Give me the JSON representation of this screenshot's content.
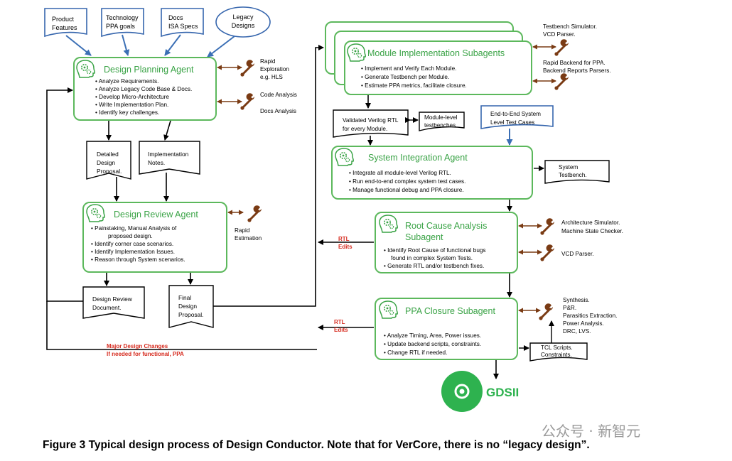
{
  "inputs": {
    "product_features": [
      "Product",
      "Features"
    ],
    "tech_ppa": [
      "Technology",
      "PPA goals"
    ],
    "docs_isa": [
      "Docs",
      "ISA Specs"
    ],
    "legacy": [
      "Legacy",
      "Designs"
    ]
  },
  "planning_agent": {
    "title": "Design Planning Agent",
    "bullets": [
      "Analyze Requirements.",
      "Analyze Legacy Code Base & Docs.",
      "Develop Micro-Architecture",
      "Write Implementation Plan.",
      "Identify key challenges."
    ]
  },
  "planning_tools": {
    "t1": [
      "Rapid",
      "Exploration",
      "e.g. HLS"
    ],
    "t2": "Code Analysis",
    "t3": "Docs Analysis"
  },
  "planning_outputs": {
    "detailed": [
      "Detailed",
      "Design",
      "Proposal."
    ],
    "impl_notes": [
      "Implementation",
      "Notes."
    ]
  },
  "review_agent": {
    "title": "Design Review Agent",
    "bullets": [
      [
        "Painstaking, Manual Analysis of",
        "proposed design."
      ],
      [
        "Identify corner case scenarios."
      ],
      [
        "Identify Implementation Issues."
      ],
      [
        "Reason through System scenarios."
      ]
    ]
  },
  "review_tool": [
    "Rapid",
    "Estimation"
  ],
  "review_outputs": {
    "review_doc": [
      "Design Review",
      "Document."
    ],
    "final": [
      "Final",
      "Design",
      "Proposal."
    ]
  },
  "major_changes": [
    "Major Design Changes",
    "If needed for functional, PPA"
  ],
  "module_subagents": {
    "title": "Module Implementation Subagents",
    "bullets": [
      "Implement and Verify Each Module.",
      "Generate Testbench per Module.",
      "Estimate PPA metrics, facilitate closure."
    ]
  },
  "module_tools": {
    "t1": [
      "Testbench Simulator.",
      "VCD Parser."
    ],
    "t2": [
      "Rapid Backend for PPA.",
      "Backend Reports Parsers."
    ]
  },
  "verilog_box": [
    "Validated Verilog RTL",
    "for every Module."
  ],
  "module_tb": [
    "Module-level",
    "testbenches"
  ],
  "e2e_tests": [
    "End-to-End System",
    "Level Test Cases"
  ],
  "system_agent": {
    "title": "System Integration Agent",
    "bullets": [
      "Integrate all module-level Verilog RTL.",
      "Run end-to-end complex system test cases.",
      "Manage functional debug and PPA closure."
    ]
  },
  "system_tb": [
    "System",
    "Testbench."
  ],
  "root_cause": {
    "title": [
      "Root Cause Analysis",
      "Subagent"
    ],
    "bullets": [
      [
        "Identify Root Cause of functional bugs",
        "found in complex System Tests."
      ],
      [
        "Generate RTL and/or testbench fixes."
      ]
    ]
  },
  "rca_tools": {
    "t1": [
      "Architecture Simulator.",
      "Machine State Checker."
    ],
    "t2": "VCD Parser."
  },
  "rtl_edits": [
    "RTL",
    "Edits"
  ],
  "ppa": {
    "title": "PPA Closure Subagent",
    "bullets": [
      "Analyze Timing, Area, Power issues.",
      "Update backend scripts, constraints.",
      "Change RTL if needed."
    ]
  },
  "ppa_tools": [
    "Synthesis.",
    "P&R.",
    "Parasitics Extraction.",
    "Power Analysis.",
    "DRC, LVS."
  ],
  "tcl_box": [
    "TCL Scripts.",
    "Constraints."
  ],
  "gdsii": "GDSII",
  "caption": "Figure 3  Typical design process of Design Conductor. Note that for VerCore, there is no “legacy design”.",
  "watermark": "公众号 · 新智元",
  "colors": {
    "agent_border": "#5cb85c",
    "agent_title": "#3aa346",
    "input_border": "#3565ad",
    "arrow_brown": "#7a3b14",
    "edits_red": "#d62a1e",
    "gdsii_green": "#2eb24f"
  }
}
